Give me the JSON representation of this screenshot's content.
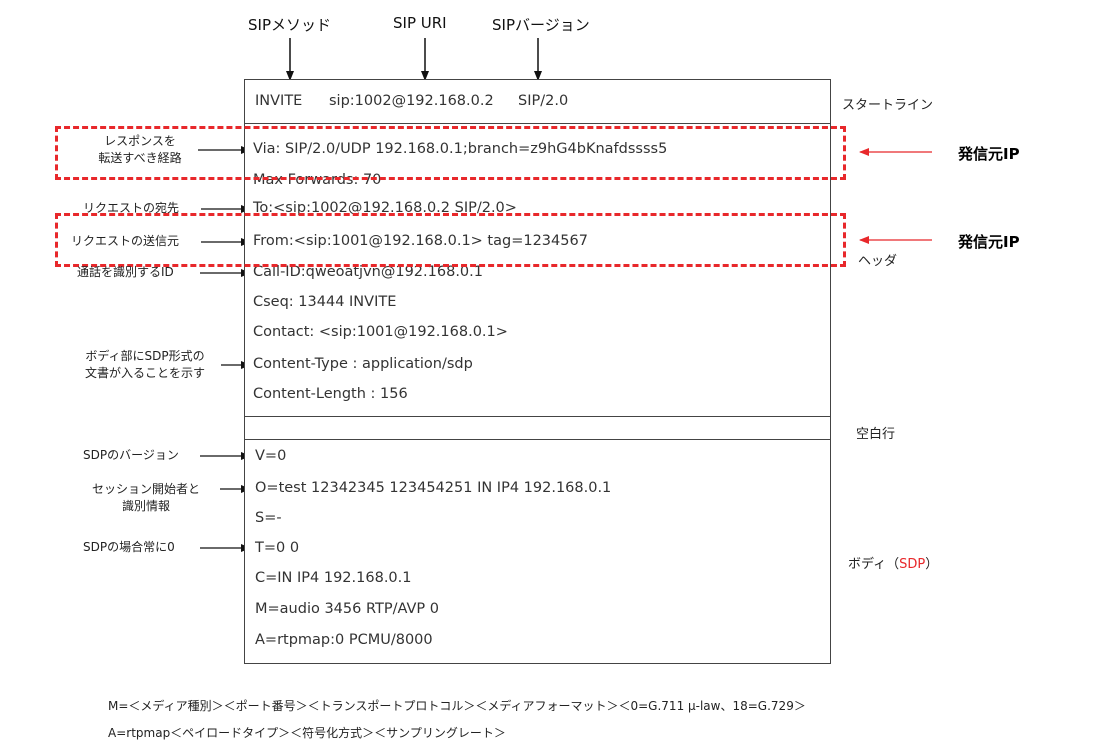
{
  "top_labels": {
    "method": "SIPメソッド",
    "uri": "SIP URI",
    "version": "SIPバージョン"
  },
  "start_line": {
    "method": "INVITE",
    "uri": "sip:1002@192.168.0.2",
    "version": "SIP/2.0"
  },
  "headers": {
    "via": "Via: SIP/2.0/UDP 192.168.0.1;branch=z9hG4bKnafdssss5",
    "max_forwards": "Max Forwards: 70",
    "to": "To:<sip:1002@192.168.0.2 SIP/2.0>",
    "from": "From:<sip:1001@192.168.0.1> tag=1234567",
    "call_id": "Call-ID:qweoatjvn@192.168.0.1",
    "cseq": "Cseq: 13444 INVITE",
    "contact": "Contact: <sip:1001@192.168.0.1>",
    "content_type": "Content-Type : application/sdp",
    "content_length": "Content-Length : 156"
  },
  "body": {
    "v": "V=0",
    "o": "O=test 12342345 123454251 IN IP4 192.168.0.1",
    "s": "S=-",
    "t": "T=0 0",
    "c": "C=IN IP4 192.168.0.1",
    "m": "M=audio 3456 RTP/AVP 0",
    "a": "A=rtpmap:0  PCMU/8000"
  },
  "section_labels": {
    "start": "スタートライン",
    "header": "ヘッダ",
    "blank": "空白行",
    "body_prefix": "ボディ（",
    "body_sdp": "SDP",
    "body_suffix": "）"
  },
  "left_annotations": {
    "via_line1": "レスポンスを",
    "via_line2": "転送すべき経路",
    "to": "リクエストの宛先",
    "from": "リクエストの送信元",
    "call_id": "通話を識別するID",
    "ctype_line1": "ボディ部にSDP形式の",
    "ctype_line2": "文書が入ることを示す",
    "sdp_version": "SDPのバージョン",
    "origin_line1": "セッション開始者と",
    "origin_line2": "識別情報",
    "time": "SDPの場合常に0"
  },
  "callouts": {
    "via_ip": "発信元IP",
    "from_ip": "発信元IP"
  },
  "notes": {
    "m_note": "M=＜メディア種別＞＜ポート番号＞＜トランスポートプロトコル＞＜メディアフォーマット＞＜0=G.711 μ-law、18=G.729＞",
    "a_note": "A=rtpmap＜ペイロードタイプ＞＜符号化方式＞＜サンプリングレート＞"
  },
  "colors": {
    "dash": "#e8282b",
    "sdp_accent": "#e8282b"
  }
}
